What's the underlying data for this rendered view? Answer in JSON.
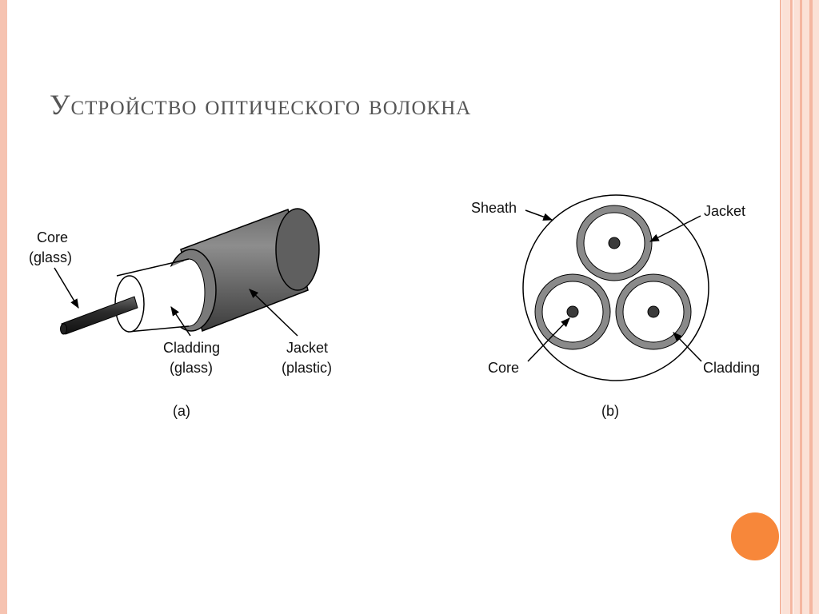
{
  "slide": {
    "title": "Устройство оптического волокна"
  },
  "figure_a": {
    "core_label_1": "Core",
    "core_label_2": "(glass)",
    "cladding_label_1": "Cladding",
    "cladding_label_2": "(glass)",
    "jacket_label_1": "Jacket",
    "jacket_label_2": "(plastic)",
    "caption": "(a)"
  },
  "figure_b": {
    "sheath_label": "Sheath",
    "jacket_label": "Jacket",
    "core_label": "Core",
    "cladding_label": "Cladding",
    "caption": "(b)"
  },
  "colors": {
    "accent_dot": "#f7873a",
    "frame": "#f6c3b1",
    "title": "#555555"
  }
}
